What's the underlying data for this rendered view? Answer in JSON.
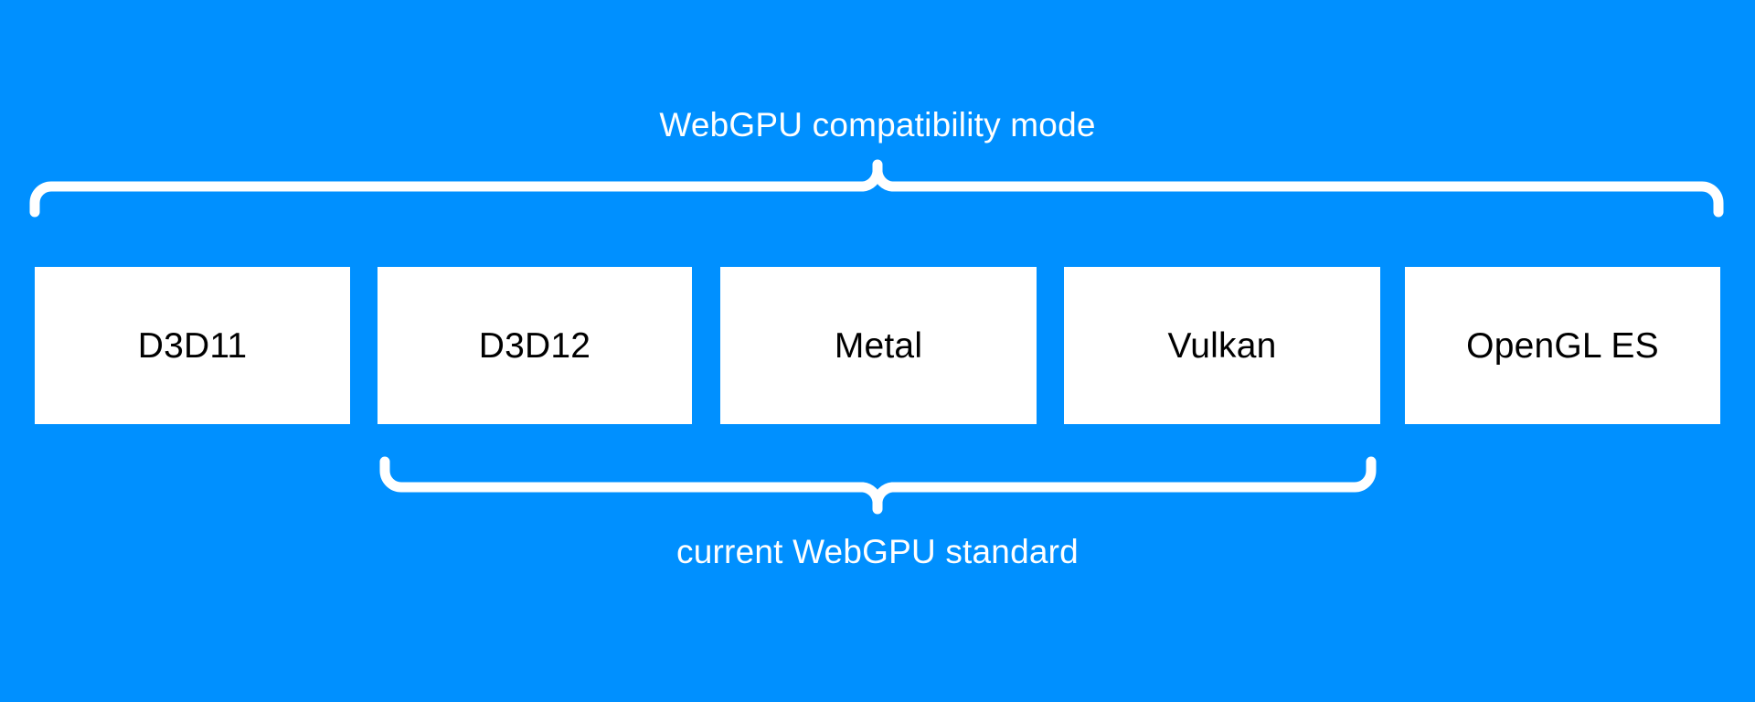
{
  "diagram": {
    "title": "WebGPU compatibility mode",
    "subtitle": "current WebGPU standard",
    "background_color": "#0090ff",
    "box_fill_color": "#ffffff",
    "box_text_color": "#000000",
    "brace_color": "#ffffff",
    "boxes": [
      {
        "label": "D3D11"
      },
      {
        "label": "D3D12"
      },
      {
        "label": "Metal"
      },
      {
        "label": "Vulkan"
      },
      {
        "label": "OpenGL ES"
      }
    ],
    "braces": [
      {
        "name": "top-brace",
        "label": "WebGPU compatibility mode",
        "spans": [
          "D3D11",
          "D3D12",
          "Metal",
          "Vulkan",
          "OpenGL ES"
        ],
        "direction": "up"
      },
      {
        "name": "bottom-brace",
        "label": "current WebGPU standard",
        "spans": [
          "D3D12",
          "Metal",
          "Vulkan"
        ],
        "direction": "down"
      }
    ]
  }
}
